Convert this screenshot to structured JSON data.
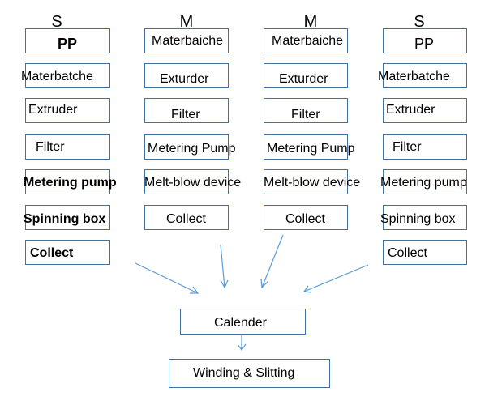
{
  "columns": [
    {
      "header": "S",
      "items": [
        "PP",
        "Materbatche",
        "Extruder",
        "Filter",
        "Metering pump",
        "Spinning box",
        "Collect"
      ]
    },
    {
      "header": "M",
      "items": [
        "Materbaiche",
        "Exturder",
        "Filter",
        "Metering Pump",
        "Melt-blow device",
        "Collect"
      ]
    },
    {
      "header": "M",
      "items": [
        "Materbaiche",
        "Exturder",
        "Filter",
        "Metering Pump",
        "Melt-blow device",
        "Collect"
      ]
    },
    {
      "header": "S",
      "items": [
        "PP",
        "Materbatche",
        "Extruder",
        "Filter",
        "Metering pump",
        "Spinning box",
        "Collect"
      ]
    }
  ],
  "bottom": {
    "calender": "Calender",
    "winding": "Winding & Slitting"
  },
  "colors": {
    "box_border": "#41719c",
    "arrow": "#5b9bd5"
  }
}
